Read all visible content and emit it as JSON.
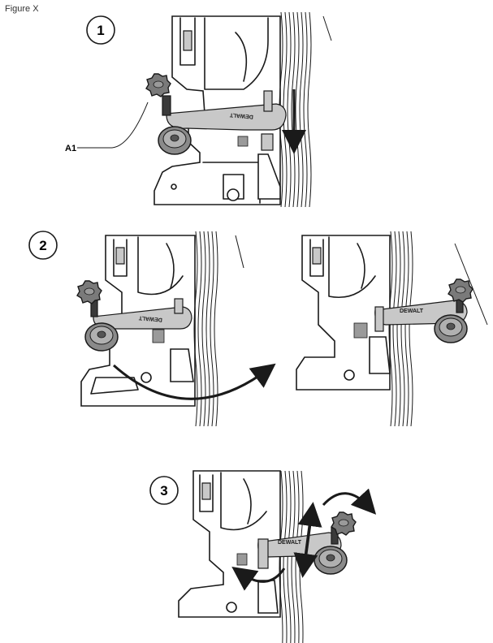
{
  "figure_label": "Figure X",
  "steps": [
    {
      "number": "1"
    },
    {
      "number": "2"
    },
    {
      "number": "3"
    }
  ],
  "callout_label": "A1",
  "brand_text": "DEWALT",
  "colors": {
    "line": "#1a1a1a",
    "metal": "#8a8a8a",
    "background": "#ffffff"
  }
}
